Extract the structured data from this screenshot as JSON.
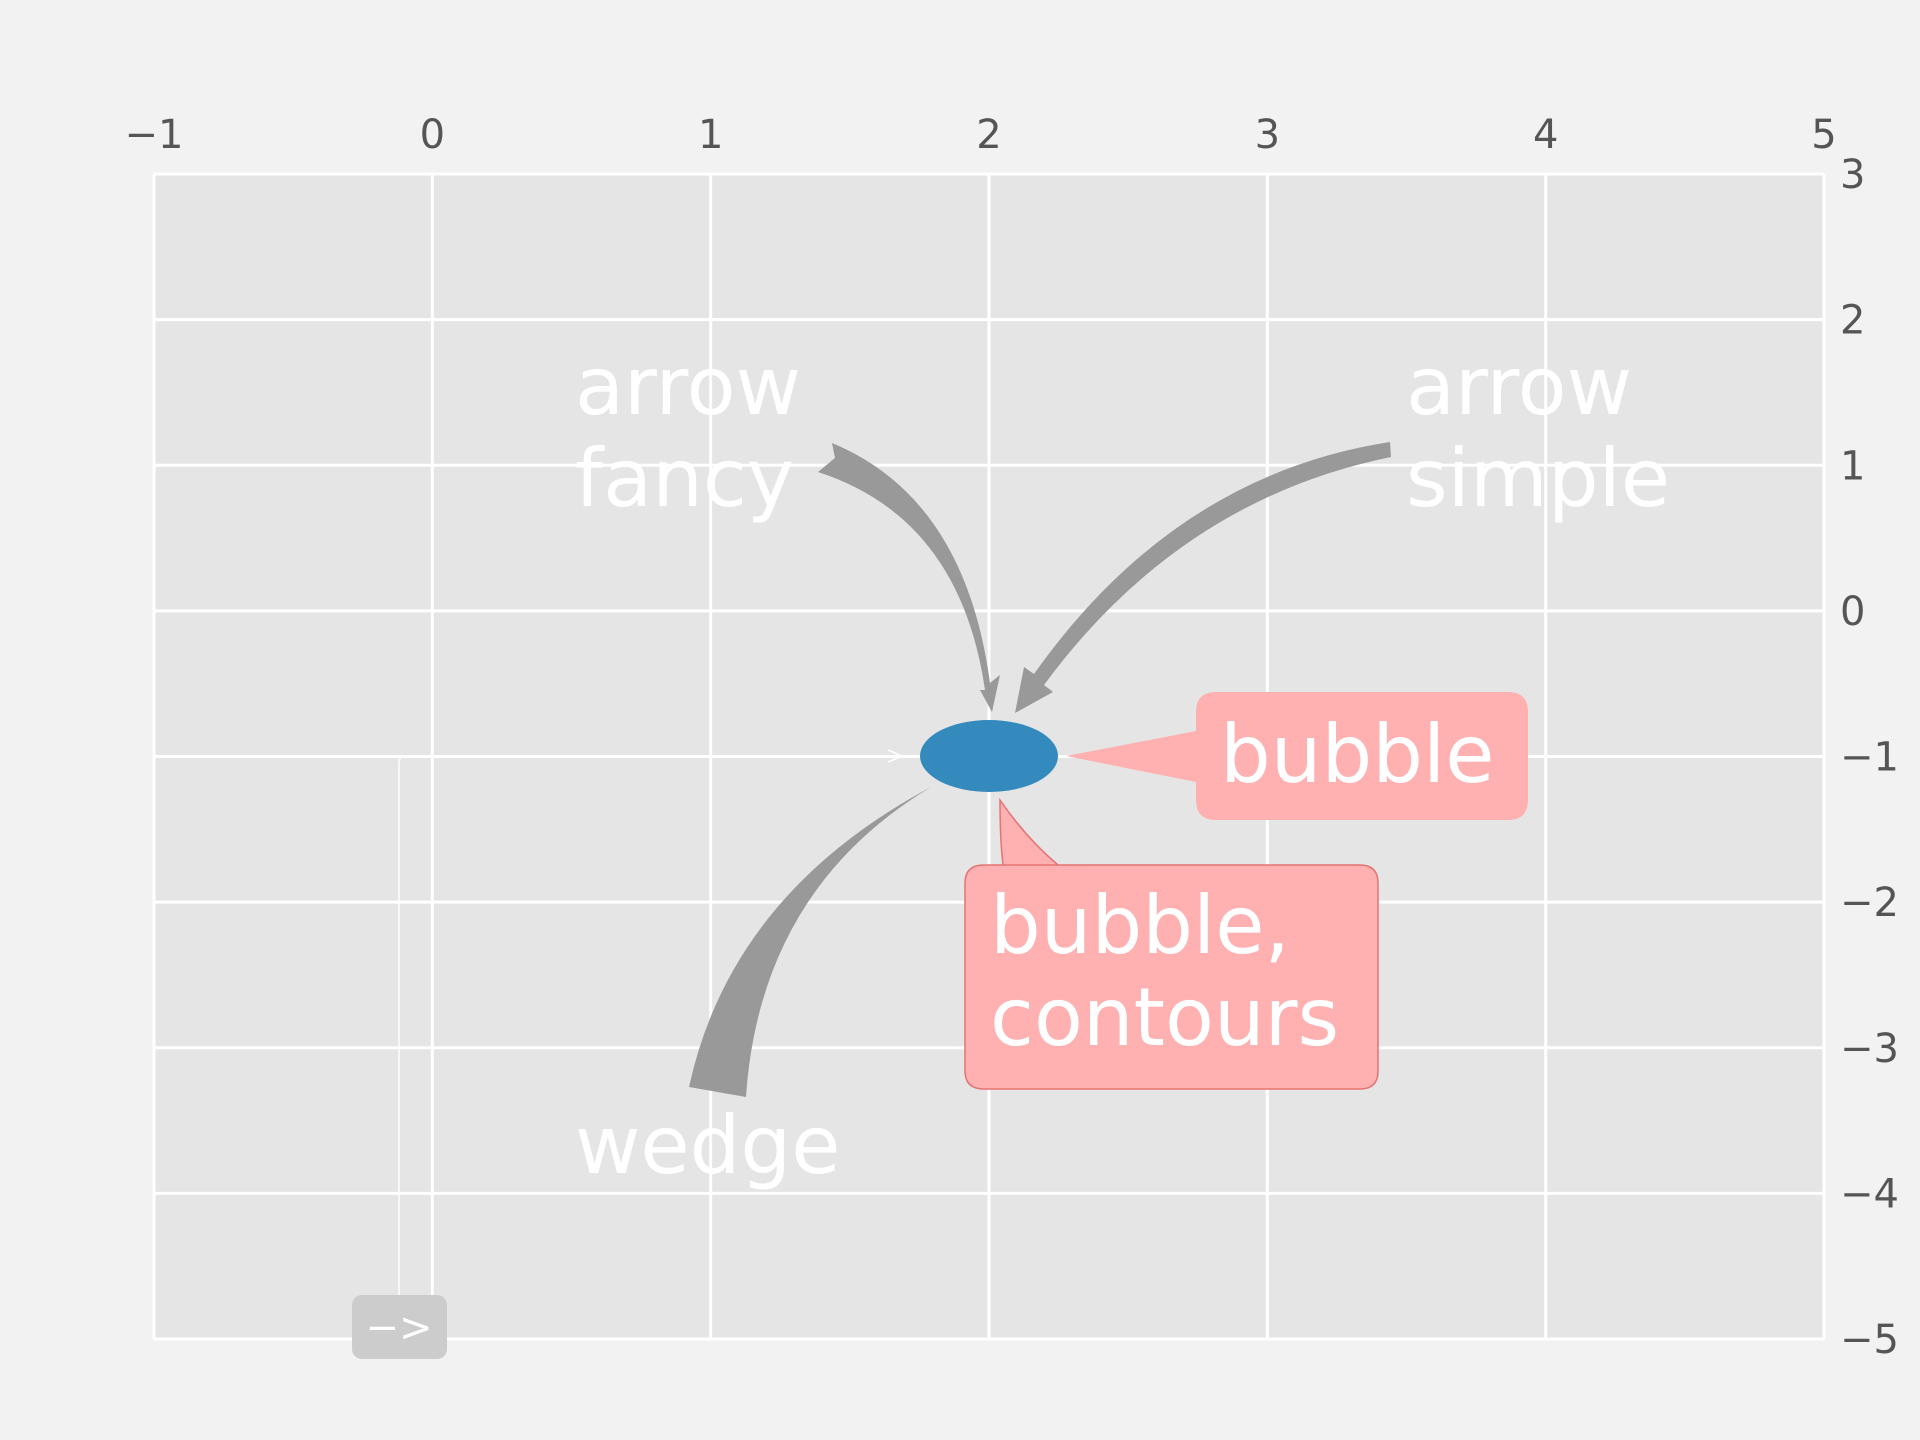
{
  "chart_data": {
    "type": "scatter",
    "title": "",
    "xlabel": "",
    "ylabel": "",
    "xlim": [
      -1,
      5
    ],
    "ylim": [
      -5,
      3
    ],
    "grid": true,
    "x_ticks": [
      "−1",
      "0",
      "1",
      "2",
      "3",
      "4",
      "5"
    ],
    "y_ticks": [
      "3",
      "2",
      "1",
      "0",
      "−1",
      "−2",
      "−3",
      "−4",
      "−5"
    ],
    "point": {
      "x": 2,
      "y": -1,
      "color": "#348abd"
    },
    "annotations": [
      {
        "text": "arrow\nfancy",
        "style": "fancy",
        "x": 0.5,
        "y": 1.0
      },
      {
        "text": "arrow\nsimple",
        "style": "simple",
        "x": 3.5,
        "y": 1.0
      },
      {
        "text": "wedge",
        "style": "wedge",
        "x": 0.5,
        "y": -3.5
      },
      {
        "text": "bubble",
        "style": "bubble",
        "x": 2.8,
        "y": -1.0
      },
      {
        "text": "bubble,\ncontours",
        "style": "bubble-contours",
        "x": 2.0,
        "y": -2.0
      },
      {
        "text": "−>",
        "style": "arrow-box",
        "x": -0.1,
        "y": -4.5
      }
    ]
  },
  "colors": {
    "background": "#f2f2f2",
    "axes_face": "#e5e5e5",
    "grid": "#ffffff",
    "tick_text": "#555555",
    "arrow": "#999999",
    "bubble_fill": "#ffb1b1",
    "bubble_edge": "#e57373",
    "marker": "#348abd",
    "box_grey": "#cccccc"
  }
}
